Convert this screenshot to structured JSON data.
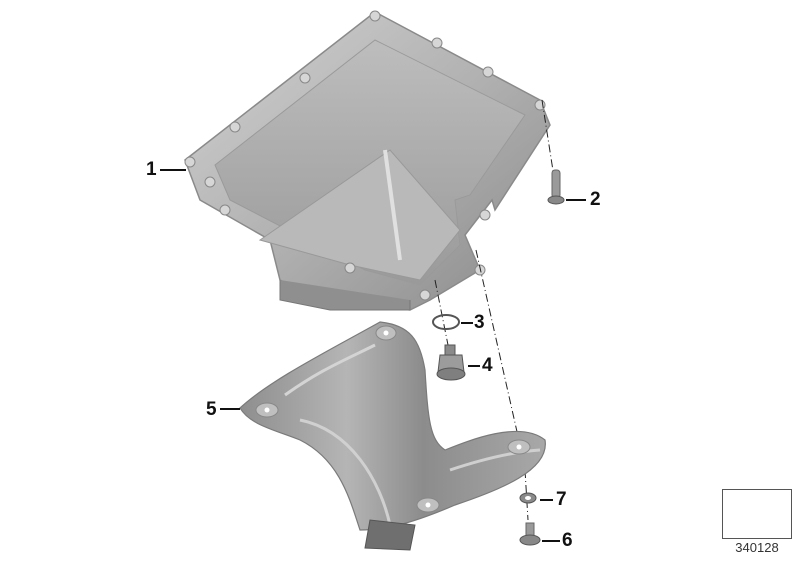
{
  "diagram": {
    "type": "exploded-parts-view",
    "subject": "Oil pan assembly",
    "reference_number": "340128",
    "colors": {
      "metal_light": "#c4c4c4",
      "metal_mid": "#a3a3a3",
      "metal_dark": "#7a7a7a",
      "shield": "#9c9c9c",
      "label": "#111111",
      "background": "#ffffff"
    },
    "callouts": [
      {
        "number": "1",
        "part": "oil pan"
      },
      {
        "number": "2",
        "part": "bolt"
      },
      {
        "number": "3",
        "part": "o-ring"
      },
      {
        "number": "4",
        "part": "drain plug"
      },
      {
        "number": "5",
        "part": "heat shield"
      },
      {
        "number": "6",
        "part": "screw"
      },
      {
        "number": "7",
        "part": "washer"
      }
    ]
  }
}
